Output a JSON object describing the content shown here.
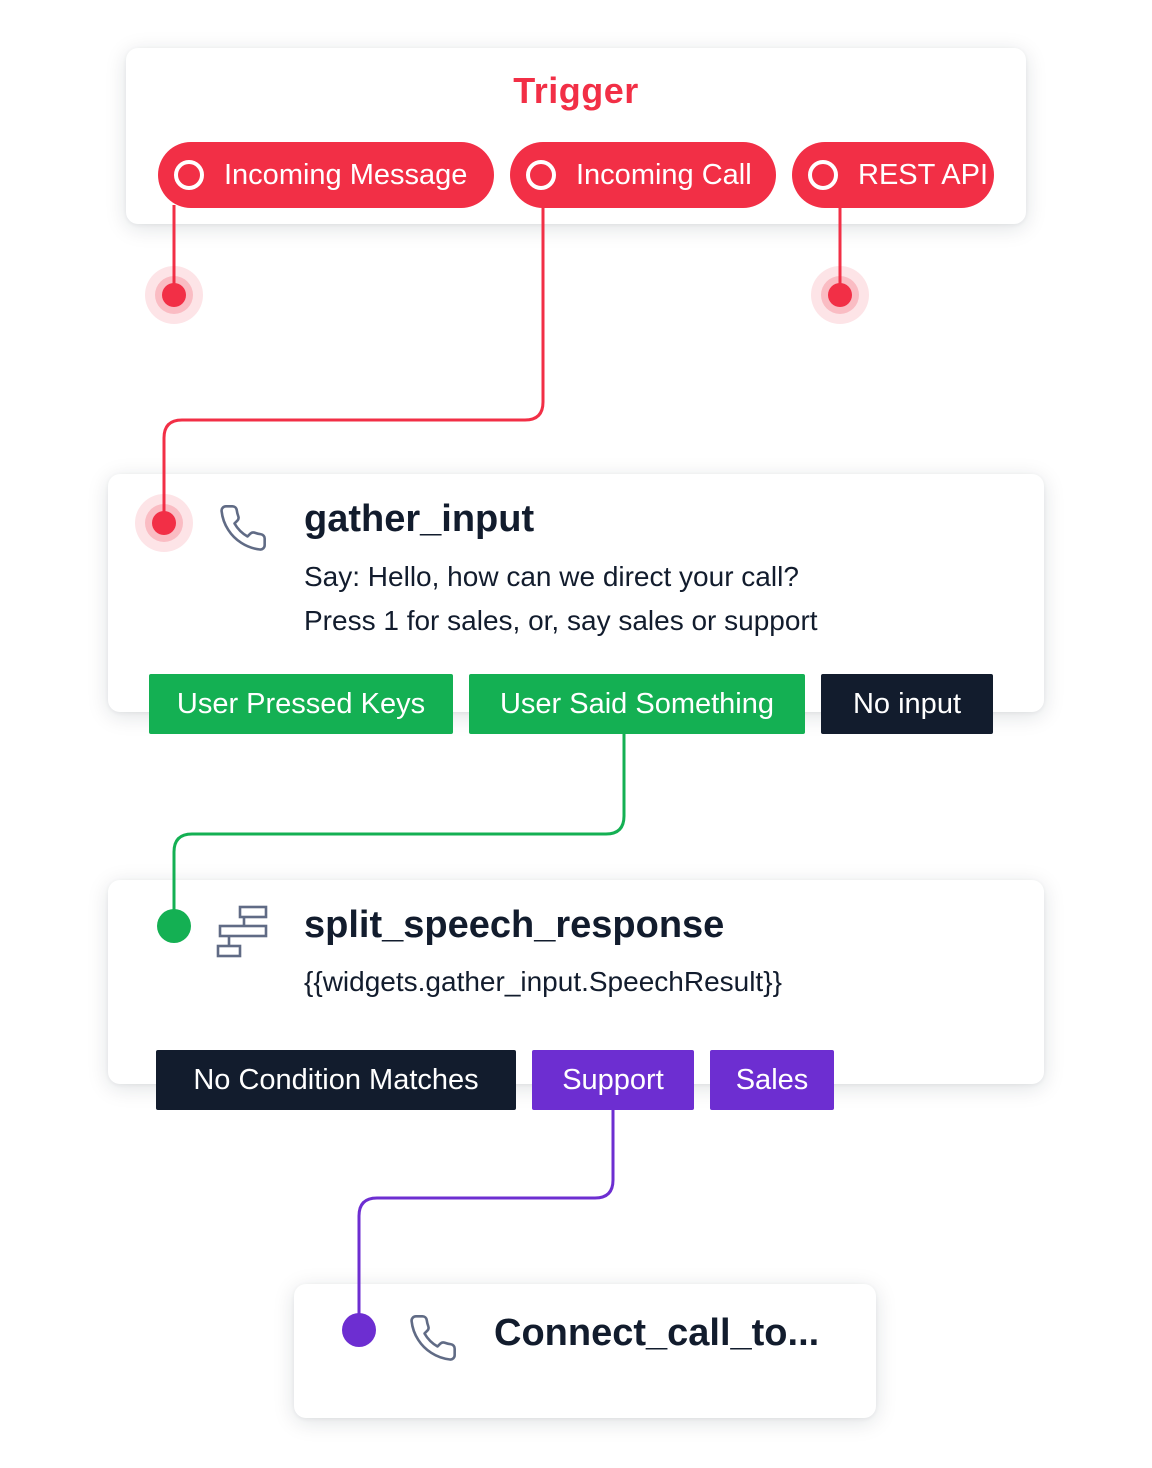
{
  "trigger": {
    "title": "Trigger",
    "buttons": [
      {
        "label": "Incoming Message"
      },
      {
        "label": "Incoming Call"
      },
      {
        "label": "REST API"
      }
    ]
  },
  "gather": {
    "title": "gather_input",
    "lines": [
      "Say: Hello, how can we direct your call?",
      "Press 1 for sales, or, say sales or support"
    ],
    "transitions": [
      {
        "label": "User Pressed Keys"
      },
      {
        "label": "User Said Something"
      },
      {
        "label": "No input"
      }
    ]
  },
  "split": {
    "title": "split_speech_response",
    "expression": "{{widgets.gather_input.SpeechResult}}",
    "transitions": [
      {
        "label": "No Condition Matches"
      },
      {
        "label": "Support"
      },
      {
        "label": "Sales"
      }
    ]
  },
  "connect": {
    "title": "Connect_call_to..."
  },
  "icons": {
    "gather": "phone-icon",
    "split": "split-branch-icon",
    "connect": "phone-icon"
  },
  "colors": {
    "trigger_red": "#f22f46",
    "success_green": "#14b053",
    "neutral_dark": "#121c2d",
    "branch_purple": "#6d2ed1",
    "icon_gray": "#606b85"
  }
}
